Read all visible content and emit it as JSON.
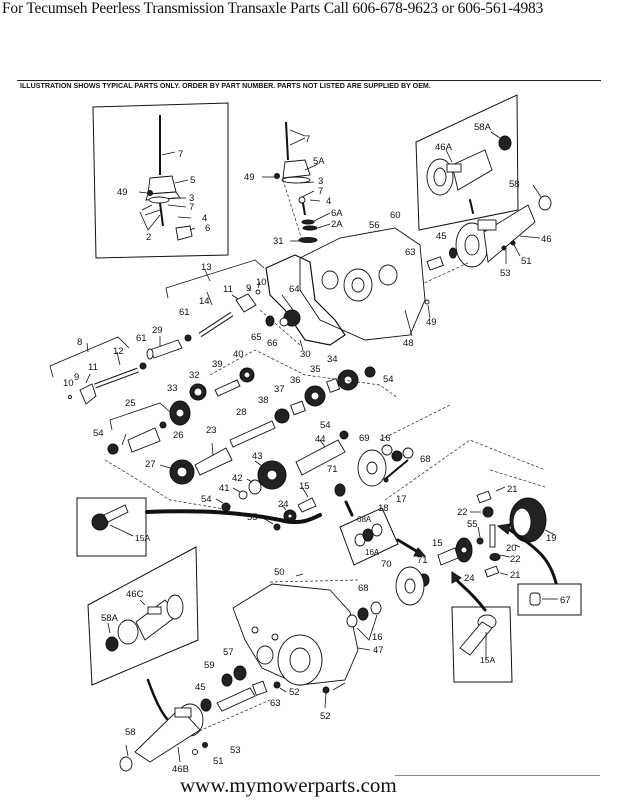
{
  "header": {
    "title": "For Tecumseh Peerless Transmission Transaxle Parts Call 606-678-9623 or 606-561-4983"
  },
  "notice": "ILLUSTRATION SHOWS TYPICAL PARTS ONLY. ORDER BY PART NUMBER. PARTS NOT LISTED ARE SUPPLIED BY OEM.",
  "footer": {
    "website": "www.mymowerparts.com"
  },
  "callouts": [
    {
      "id": "c-7a",
      "label": "7"
    },
    {
      "id": "c-5",
      "label": "5"
    },
    {
      "id": "c-49a",
      "label": "49"
    },
    {
      "id": "c-3a",
      "label": "3"
    },
    {
      "id": "c-7b",
      "label": "7"
    },
    {
      "id": "c-4a",
      "label": "4"
    },
    {
      "id": "c-2",
      "label": "2"
    },
    {
      "id": "c-6",
      "label": "6"
    },
    {
      "id": "c-7c",
      "label": "7"
    },
    {
      "id": "c-5a",
      "label": "5A"
    },
    {
      "id": "c-49b",
      "label": "49"
    },
    {
      "id": "c-3b",
      "label": "3"
    },
    {
      "id": "c-7d",
      "label": "7"
    },
    {
      "id": "c-4b",
      "label": "4"
    },
    {
      "id": "c-6a",
      "label": "6A"
    },
    {
      "id": "c-2a",
      "label": "2A"
    },
    {
      "id": "c-31",
      "label": "31"
    },
    {
      "id": "c-56",
      "label": "56"
    },
    {
      "id": "c-60",
      "label": "60"
    },
    {
      "id": "c-58a-top",
      "label": "58A"
    },
    {
      "id": "c-46a",
      "label": "46A"
    },
    {
      "id": "c-58",
      "label": "58"
    },
    {
      "id": "c-46",
      "label": "46"
    },
    {
      "id": "c-45a",
      "label": "45"
    },
    {
      "id": "c-63",
      "label": "63"
    },
    {
      "id": "c-51a",
      "label": "51"
    },
    {
      "id": "c-53a",
      "label": "53"
    },
    {
      "id": "c-49c",
      "label": "49"
    },
    {
      "id": "c-48",
      "label": "48"
    },
    {
      "id": "c-13",
      "label": "13"
    },
    {
      "id": "c-10a",
      "label": "10"
    },
    {
      "id": "c-9a",
      "label": "9"
    },
    {
      "id": "c-11a",
      "label": "11"
    },
    {
      "id": "c-14",
      "label": "14"
    },
    {
      "id": "c-64",
      "label": "64"
    },
    {
      "id": "c-61a",
      "label": "61"
    },
    {
      "id": "c-29",
      "label": "29"
    },
    {
      "id": "c-65",
      "label": "65"
    },
    {
      "id": "c-66",
      "label": "66"
    },
    {
      "id": "c-30",
      "label": "30"
    },
    {
      "id": "c-8",
      "label": "8"
    },
    {
      "id": "c-61b",
      "label": "61"
    },
    {
      "id": "c-12",
      "label": "12"
    },
    {
      "id": "c-11b",
      "label": "11"
    },
    {
      "id": "c-10b",
      "label": "10"
    },
    {
      "id": "c-9b",
      "label": "9"
    },
    {
      "id": "c-40",
      "label": "40"
    },
    {
      "id": "c-39",
      "label": "39"
    },
    {
      "id": "c-32",
      "label": "32"
    },
    {
      "id": "c-33",
      "label": "33"
    },
    {
      "id": "c-34",
      "label": "34"
    },
    {
      "id": "c-35",
      "label": "35"
    },
    {
      "id": "c-54a",
      "label": "54"
    },
    {
      "id": "c-36",
      "label": "36"
    },
    {
      "id": "c-37",
      "label": "37"
    },
    {
      "id": "c-38",
      "label": "38"
    },
    {
      "id": "c-28",
      "label": "28"
    },
    {
      "id": "c-25",
      "label": "25"
    },
    {
      "id": "c-26",
      "label": "26"
    },
    {
      "id": "c-54b",
      "label": "54"
    },
    {
      "id": "c-23",
      "label": "23"
    },
    {
      "id": "c-44",
      "label": "44"
    },
    {
      "id": "c-54c",
      "label": "54"
    },
    {
      "id": "c-69",
      "label": "69"
    },
    {
      "id": "c-16a",
      "label": "16"
    },
    {
      "id": "c-68a",
      "label": "68"
    },
    {
      "id": "c-27",
      "label": "27"
    },
    {
      "id": "c-43",
      "label": "43"
    },
    {
      "id": "c-42",
      "label": "42"
    },
    {
      "id": "c-41",
      "label": "41"
    },
    {
      "id": "c-71a",
      "label": "71"
    },
    {
      "id": "c-18",
      "label": "18"
    },
    {
      "id": "c-17",
      "label": "17"
    },
    {
      "id": "c-15a",
      "label": "15"
    },
    {
      "id": "c-24a",
      "label": "24"
    },
    {
      "id": "c-54d",
      "label": "54"
    },
    {
      "id": "c-55a",
      "label": "55"
    },
    {
      "id": "c-15A-box",
      "label": "15A"
    },
    {
      "id": "c-68A",
      "label": "68A"
    },
    {
      "id": "c-16A",
      "label": "16A"
    },
    {
      "id": "c-21a",
      "label": "21"
    },
    {
      "id": "c-22a",
      "label": "22"
    },
    {
      "id": "c-55b",
      "label": "55"
    },
    {
      "id": "c-19",
      "label": "19"
    },
    {
      "id": "c-20",
      "label": "20"
    },
    {
      "id": "c-22b",
      "label": "22"
    },
    {
      "id": "c-21b",
      "label": "21"
    },
    {
      "id": "c-15b",
      "label": "15"
    },
    {
      "id": "c-24b",
      "label": "24"
    },
    {
      "id": "c-70",
      "label": "70"
    },
    {
      "id": "c-71b",
      "label": "71"
    },
    {
      "id": "c-67",
      "label": "67"
    },
    {
      "id": "c-15A-bottom",
      "label": "15A"
    },
    {
      "id": "c-50",
      "label": "50"
    },
    {
      "id": "c-68b",
      "label": "68"
    },
    {
      "id": "c-16b",
      "label": "16"
    },
    {
      "id": "c-47",
      "label": "47"
    },
    {
      "id": "c-46c",
      "label": "46C"
    },
    {
      "id": "c-58a-bottom",
      "label": "58A"
    },
    {
      "id": "c-59",
      "label": "59"
    },
    {
      "id": "c-57",
      "label": "57"
    },
    {
      "id": "c-52a",
      "label": "52"
    },
    {
      "id": "c-52b",
      "label": "52"
    },
    {
      "id": "c-45b",
      "label": "45"
    },
    {
      "id": "c-63b",
      "label": "63"
    },
    {
      "id": "c-58b",
      "label": "58"
    },
    {
      "id": "c-53b",
      "label": "53"
    },
    {
      "id": "c-51b",
      "label": "51"
    },
    {
      "id": "c-46b",
      "label": "46B"
    }
  ]
}
